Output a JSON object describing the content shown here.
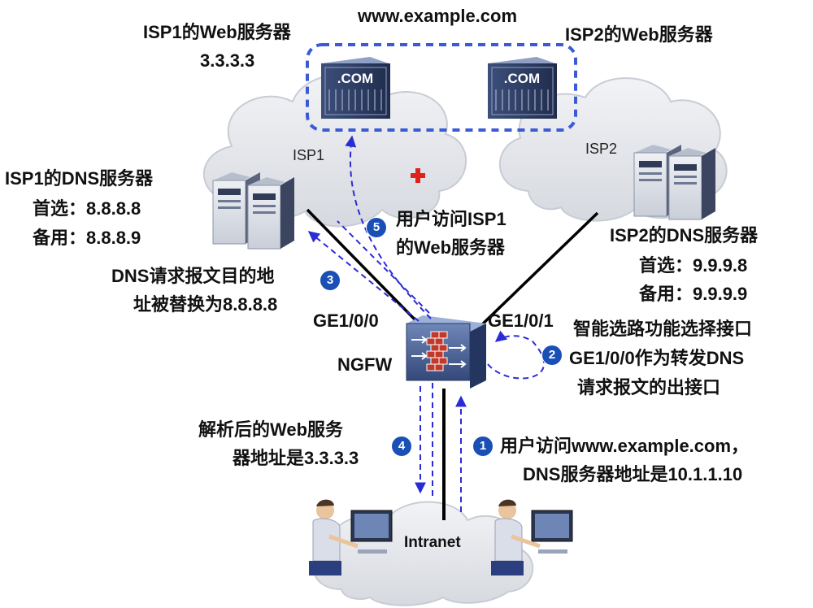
{
  "domain_name": "www.example.com",
  "isp1_web_server": {
    "title": "ISP1的Web服务器",
    "ip": "3.3.3.3",
    "badge": ".COM"
  },
  "isp2_web_server": {
    "title": "ISP2的Web服务器",
    "badge": ".COM"
  },
  "isp1_cloud_label": "ISP1",
  "isp2_cloud_label": "ISP2",
  "intranet_label": "Intranet",
  "isp1_dns_server": {
    "title": "ISP1的DNS服务器",
    "primary": "首选：8.8.8.8",
    "backup": "备用：8.8.8.9"
  },
  "isp2_dns_server": {
    "title": "ISP2的DNS服务器",
    "primary": "首选：9.9.9.8",
    "backup": "备用：9.9.9.9"
  },
  "ngfw": {
    "label": "NGFW",
    "iface_left": "GE1/0/0",
    "iface_right": "GE1/0/1"
  },
  "steps": [
    {
      "num": "1",
      "lines": [
        "用户访问www.example.com，",
        "DNS服务器地址是10.1.1.10"
      ]
    },
    {
      "num": "2",
      "lines": [
        "智能选路功能选择接口",
        "GE1/0/0作为转发DNS",
        "请求报文的出接口"
      ]
    },
    {
      "num": "3",
      "lines": [
        "DNS请求报文目的地",
        "址被替换为8.8.8.8"
      ]
    },
    {
      "num": "4",
      "lines": [
        "解析后的Web服务",
        "器地址是3.3.3.3"
      ]
    },
    {
      "num": "5",
      "lines": [
        "用户访问ISP1",
        "的Web服务器"
      ]
    }
  ],
  "colors": {
    "flow_arrow": "#2b2bd6",
    "link": "#000000",
    "cloud_fill": "#e6e8ec",
    "step_badge": "#1a4fb5",
    "failure_mark": "#e0201b"
  }
}
